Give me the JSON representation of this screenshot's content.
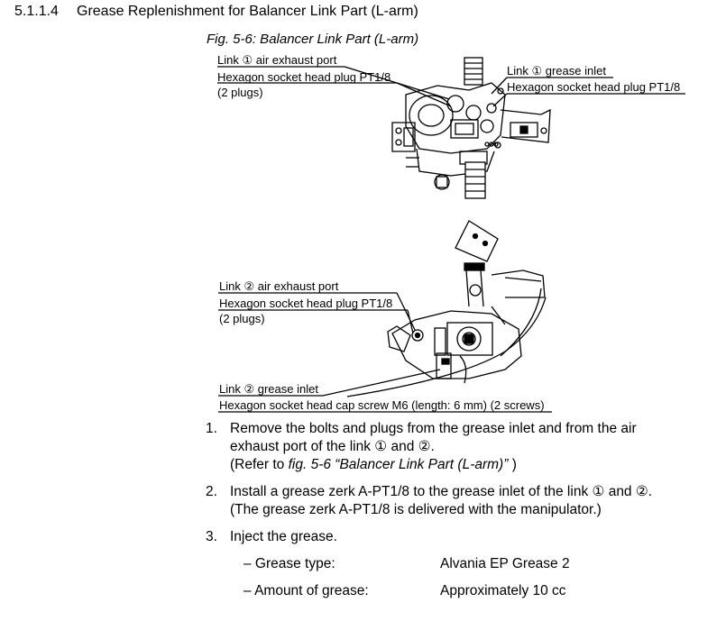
{
  "section": {
    "number": "5.1.1.4",
    "title": "Grease Replenishment for Balancer Link Part (L-arm)"
  },
  "figure": {
    "caption": "Fig. 5-6: Balancer Link Part (L-arm)",
    "top_labels": {
      "link1_air_exhaust": "Link ① air exhaust port",
      "plug_left_1": "Hexagon socket head plug PT1/8",
      "plug_left_2": "(2 plugs)",
      "link1_grease_inlet": "Link ① grease inlet",
      "plug_right": "Hexagon socket head plug PT1/8"
    },
    "bottom_labels": {
      "link2_air_exhaust": "Link ② air exhaust port",
      "plug_1": "Hexagon socket head plug PT1/8",
      "plug_2": "(2 plugs)",
      "link2_grease_inlet": "Link ② grease inlet",
      "cap_screw": "Hexagon socket head cap screw M6 (length: 6 mm) (2 screws)"
    }
  },
  "steps": [
    {
      "num": "1.",
      "line1": "Remove the bolts and plugs from the grease inlet and from the air",
      "line2": "exhaust port of the link ① and ②.",
      "line3_pre": "(Refer to ",
      "line3_ref": "fig. 5-6  “Balancer Link Part (L-arm)” ",
      "line3_post": ")"
    },
    {
      "num": "2.",
      "line1": "Install a grease zerk A-PT1/8 to the grease inlet of the link ① and ②.",
      "line2": "(The grease zerk A-PT1/8 is delivered with the manipulator.)"
    },
    {
      "num": "3.",
      "line1": "Inject the grease."
    }
  ],
  "grease_specs": [
    {
      "key": "– Grease type:",
      "value": "Alvania EP Grease 2"
    },
    {
      "key": "– Amount of grease:",
      "value": "Approximately 10 cc"
    }
  ]
}
